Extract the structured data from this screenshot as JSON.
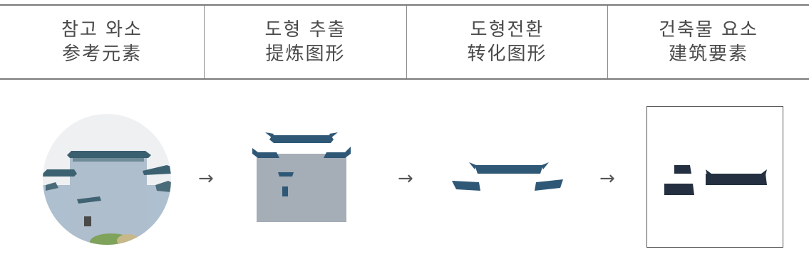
{
  "header": {
    "columns": [
      {
        "korean": "참고 와소",
        "chinese": "参考元素"
      },
      {
        "korean": "도형 추출",
        "chinese": "提炼图形"
      },
      {
        "korean": "도형전환",
        "chinese": "转化图形"
      },
      {
        "korean": "건축물 요소",
        "chinese": "建筑要素"
      }
    ]
  },
  "arrows": {
    "first": "→",
    "second": "→",
    "third": "→"
  },
  "colors": {
    "shape_gray": "#a5adb6",
    "roof_blue": "#2f5877",
    "element_dark": "#243041",
    "sky": "#eef1f3",
    "wall": "#b8c6d4"
  }
}
